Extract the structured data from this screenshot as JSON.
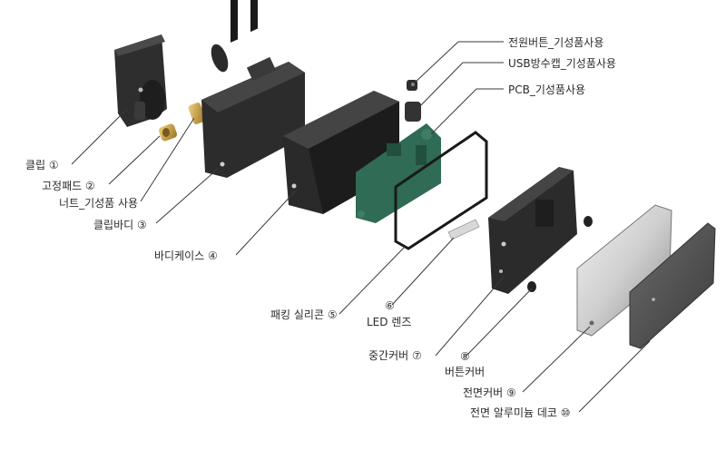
{
  "labels": {
    "clip": "클립 ①",
    "fixed_pad": "고정패드 ②",
    "nut": "너트_기성품 사용",
    "clip_body": "클립바디 ③",
    "body_case": "바디케이스 ④",
    "packing_silicone": "패킹 실리콘 ⑤",
    "led_lens_num": "⑥",
    "led_lens": "LED 렌즈",
    "middle_cover": "중간커버 ⑦",
    "button_cover_num": "⑧",
    "button_cover": "버튼커버",
    "front_cover": "전면커버 ⑨",
    "front_aluminum_deco": "전면 알루미늄 데코 ⑩",
    "power_button": "전원버튼_기성품사용",
    "usb_cap": "USB방수캡_기성품사용",
    "pcb": "PCB_기성품사용"
  },
  "colors": {
    "leader_line": "#3a3a3a",
    "plastic_dark": "#2a2a2a",
    "plastic_mid": "#3c3c3c",
    "pcb_green": "#2f6b55",
    "brass": "#c9a04a",
    "aluminum": "#5a5a5a"
  }
}
